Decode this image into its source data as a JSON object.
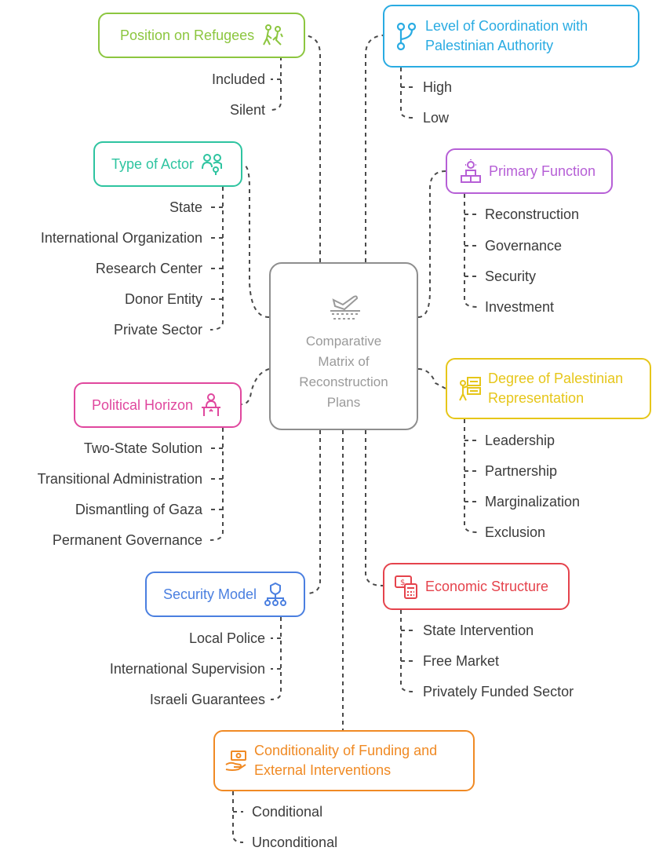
{
  "center": {
    "title_lines": [
      "Comparative",
      "Matrix of",
      "Reconstruction",
      "Plans"
    ]
  },
  "nodes": {
    "refugees": {
      "title": "Position on Refugees",
      "color": "#8cc63f",
      "items": [
        "Included",
        "Silent"
      ]
    },
    "coordination": {
      "title_lines": [
        "Level of Coordination with",
        "Palestinian Authority"
      ],
      "color": "#29abe2",
      "items": [
        "High",
        "Low"
      ]
    },
    "actor": {
      "title": "Type of Actor",
      "color": "#2ec4a0",
      "items": [
        "State",
        "International Organization",
        "Research Center",
        "Donor Entity",
        "Private Sector"
      ]
    },
    "function": {
      "title": "Primary Function",
      "color": "#b65fd6",
      "items": [
        "Reconstruction",
        "Governance",
        "Security",
        "Investment"
      ]
    },
    "horizon": {
      "title": "Political Horizon",
      "color": "#e0479e",
      "items": [
        "Two-State Solution",
        "Transitional Administration",
        "Dismantling of Gaza",
        "Permanent Governance"
      ]
    },
    "representation": {
      "title_lines": [
        "Degree of Palestinian",
        "Representation"
      ],
      "color": "#e6c619",
      "items": [
        "Leadership",
        "Partnership",
        "Marginalization",
        "Exclusion"
      ]
    },
    "security": {
      "title": "Security Model",
      "color": "#4a7fe0",
      "items": [
        "Local Police",
        "International Supervision",
        "Israeli Guarantees"
      ]
    },
    "economic": {
      "title": "Economic Structure",
      "color": "#e5434c",
      "items": [
        "State Intervention",
        "Free Market",
        "Privately Funded Sector"
      ]
    },
    "funding": {
      "title_lines": [
        "Conditionality of Funding and",
        "External Interventions"
      ],
      "color": "#f08a24",
      "items": [
        "Conditional",
        "Unconditional"
      ]
    }
  },
  "icons": {
    "refugees": "people-walking-icon",
    "coordination": "branch-icon",
    "actor": "group-icon",
    "function": "blocks-idea-icon",
    "horizon": "person-table-icon",
    "representation": "person-board-icon",
    "security": "hierarchy-shield-icon",
    "economic": "money-calculator-icon",
    "funding": "hand-money-icon",
    "center": "plane-landing-icon"
  }
}
